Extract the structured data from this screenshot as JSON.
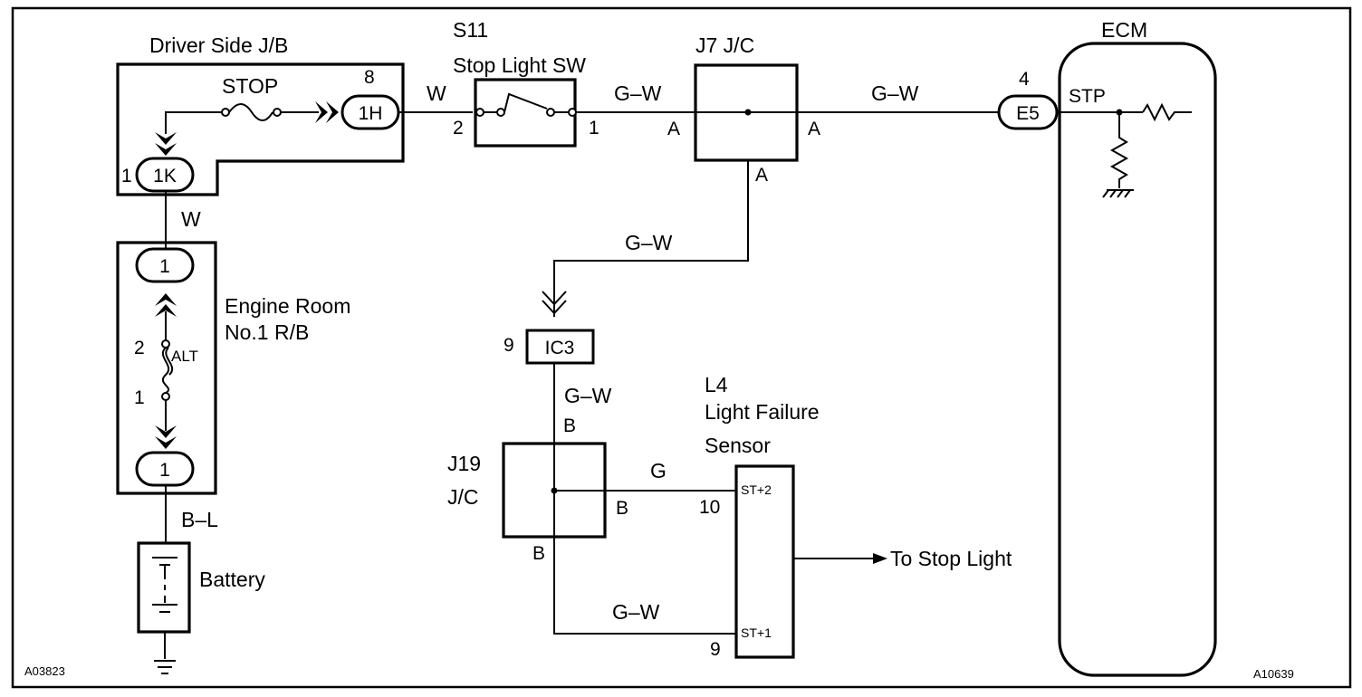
{
  "diagram_codes": {
    "left": "A03823",
    "right": "A10639"
  },
  "components": {
    "driver_jb": {
      "title": "Driver Side J/B",
      "fuse": "STOP",
      "conn_out": "1H",
      "conn_out_pin": "8",
      "conn_in": "1K",
      "conn_in_pin": "1"
    },
    "stop_switch": {
      "code": "S11",
      "name": "Stop Light SW",
      "pin_in": "2",
      "pin_out": "1"
    },
    "j7": {
      "title": "J7 J/C",
      "pin_left": "A",
      "pin_right": "A",
      "pin_bottom": "A"
    },
    "ecm": {
      "title": "ECM",
      "conn_pin": "4",
      "conn": "E5",
      "terminal": "STP"
    },
    "engine_rb": {
      "title_line1": "Engine Room",
      "title_line2": "No.1 R/B",
      "conn_top": "1",
      "conn_bottom": "1",
      "fuse": "ALT",
      "fuse_pin_top": "2",
      "fuse_pin_bottom": "1"
    },
    "battery": {
      "label": "Battery"
    },
    "ic3": {
      "pin": "9",
      "conn": "IC3"
    },
    "j19": {
      "title_line1": "J19",
      "title_line2": "J/C",
      "pin_top": "B",
      "pin_right": "B",
      "pin_bottom": "B"
    },
    "l4": {
      "code": "L4",
      "name_line1": "Light Failure",
      "name_line2": "Sensor",
      "term_top": "ST+2",
      "term_bottom": "ST+1",
      "pin_top": "10",
      "pin_bottom": "9",
      "output_label": "To Stop Light"
    }
  },
  "wires": {
    "jb_to_switch": "W",
    "jb_to_rb": "W",
    "switch_to_j7": "G–W",
    "j7_to_ecm": "G–W",
    "j7_to_ic3": "G–W",
    "ic3_to_j19": "G–W",
    "j19_to_l4": "G",
    "j19_to_l4_bottom": "G–W",
    "rb_to_battery": "B–L"
  }
}
